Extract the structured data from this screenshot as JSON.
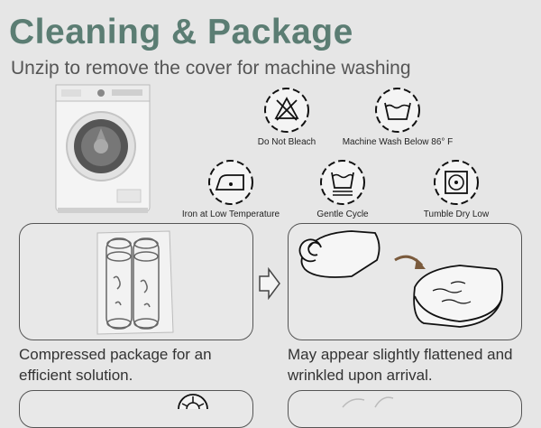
{
  "header": {
    "title": "Cleaning & Package",
    "subtitle": "Unzip to remove the cover for machine washing"
  },
  "care_symbols": [
    {
      "icon": "do-not-bleach-icon",
      "label": "Do Not Bleach"
    },
    {
      "icon": "machine-wash-icon",
      "label": "Machine Wash Below 86° F"
    },
    {
      "icon": "iron-low-icon",
      "label": "Iron at Low Temperature"
    },
    {
      "icon": "gentle-cycle-icon",
      "label": "Gentle Cycle"
    },
    {
      "icon": "tumble-dry-low-icon",
      "label": "Tumble Dry Low"
    }
  ],
  "panels": {
    "compressed": {
      "caption": "Compressed package for an efficient solution."
    },
    "flattened": {
      "caption": "May appear slightly flattened and wrinkled upon arrival."
    }
  },
  "colors": {
    "title": "#5b7d73",
    "background": "#e6e6e6",
    "arrow": "#7a5a3c"
  }
}
